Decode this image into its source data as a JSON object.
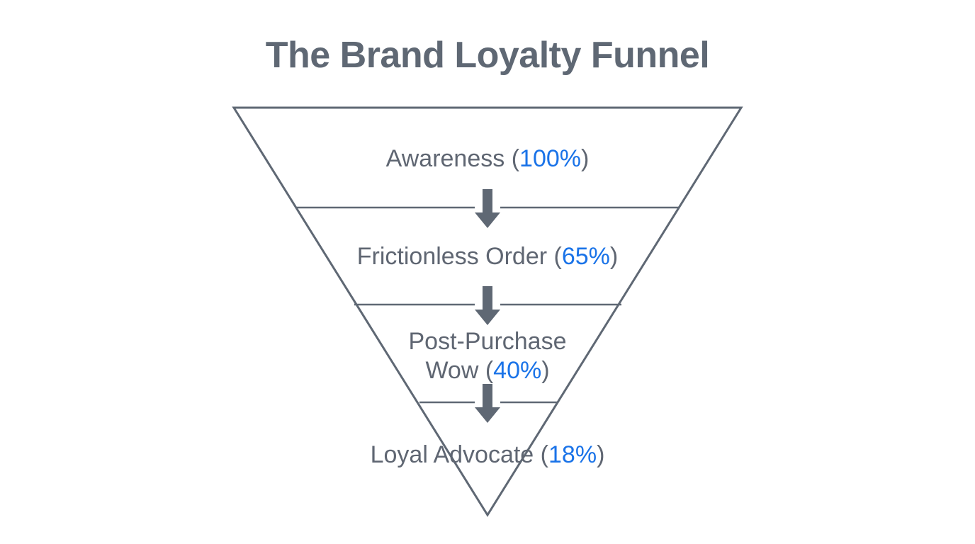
{
  "title": "The Brand Loyalty Funnel",
  "colors": {
    "background": "#ffffff",
    "title_text": "#5f6874",
    "label_text": "#5f6672",
    "percent_text": "#1a73e8",
    "outline": "#5f6874",
    "divider": "#5f6874",
    "arrow": "#5f6874"
  },
  "chart_data": {
    "type": "funnel",
    "title": "The Brand Loyalty Funnel",
    "xlabel": "",
    "ylabel": "",
    "grid": false,
    "legend": "none",
    "categories": [
      "Awareness",
      "Frictionless Order",
      "Post-Purchase Wow",
      "Loyal Advocate"
    ],
    "values": [
      100,
      65,
      40,
      18
    ],
    "value_unit": "%",
    "labels": [
      "Awareness (100%)",
      "Frictionless Order (65%)",
      "Post-Purchase Wow (40%)",
      "Loyal Advocate (18%)"
    ],
    "stages": [
      {
        "name": "Awareness",
        "value": 100,
        "value_text": "100%",
        "open_paren": "(",
        "close_paren": ")"
      },
      {
        "name": "Frictionless Order",
        "value": 65,
        "value_text": "65%",
        "open_paren": "(",
        "close_paren": ")"
      },
      {
        "name": "Post-Purchase",
        "name_line2": "Wow",
        "value": 40,
        "value_text": "40%",
        "open_paren": "(",
        "close_paren": ")"
      },
      {
        "name": "Loyal Advocate",
        "value": 18,
        "value_text": "18%",
        "open_paren": "(",
        "close_paren": ")"
      }
    ],
    "connectors": [
      "down-arrow",
      "down-arrow",
      "down-arrow"
    ]
  }
}
